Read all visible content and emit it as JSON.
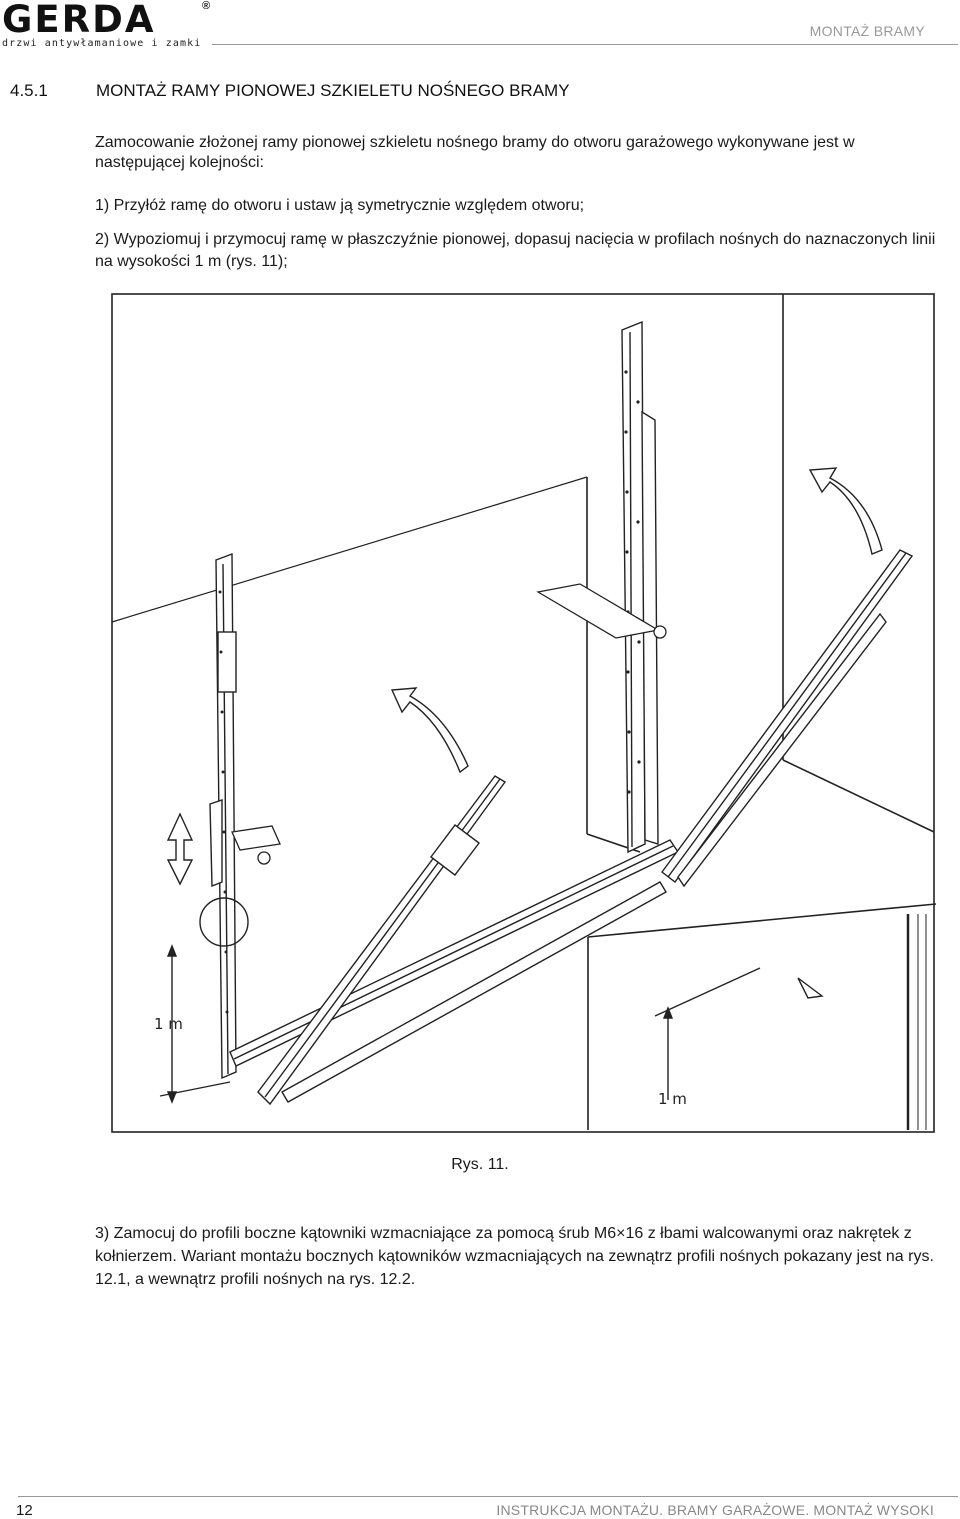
{
  "header": {
    "logo_text": "GERDA",
    "logo_registered": "®",
    "logo_tagline": "drzwi antywłamaniowe i zamki",
    "section_label": "MONTAŻ BRAMY"
  },
  "section": {
    "number": "4.5.1",
    "title": "MONTAŻ RAMY PIONOWEJ SZKIELETU NOŚNEGO BRAMY"
  },
  "intro": "Zamocowanie złożonej ramy pionowej szkieletu nośnego bramy do otworu garażowego wykonywane jest w następującej kolejności:",
  "steps": [
    "1) Przyłóż ramę do otworu i ustaw ją symetrycznie względem otworu;",
    "2) Wypoziomuj i przymocuj ramę w płaszczyźnie pionowej, dopasuj nacięcia w profilach nośnych do naznaczonych linii na wysokości 1 m (rys. 11);",
    "3) Zamocuj do profili boczne kątowniki wzmacniające za pomocą śrub M6×16 z łbami walcowanymi oraz nakrętek z kołnierzem. Wariant montażu bocznych kątowników wzmacniających na zewnątrz profili nośnych pokazany jest na rys. 12.1, a wewnątrz profili nośnych na rys. 12.2."
  ],
  "figure": {
    "label_left": "1 m",
    "label_right": "1 m",
    "caption": "Rys. 11."
  },
  "footer": {
    "page_number": "12",
    "title": "INSTRUKCJA MONTAŻU. BRAMY GARAŻOWE. MONTAŻ WYSOKI"
  }
}
